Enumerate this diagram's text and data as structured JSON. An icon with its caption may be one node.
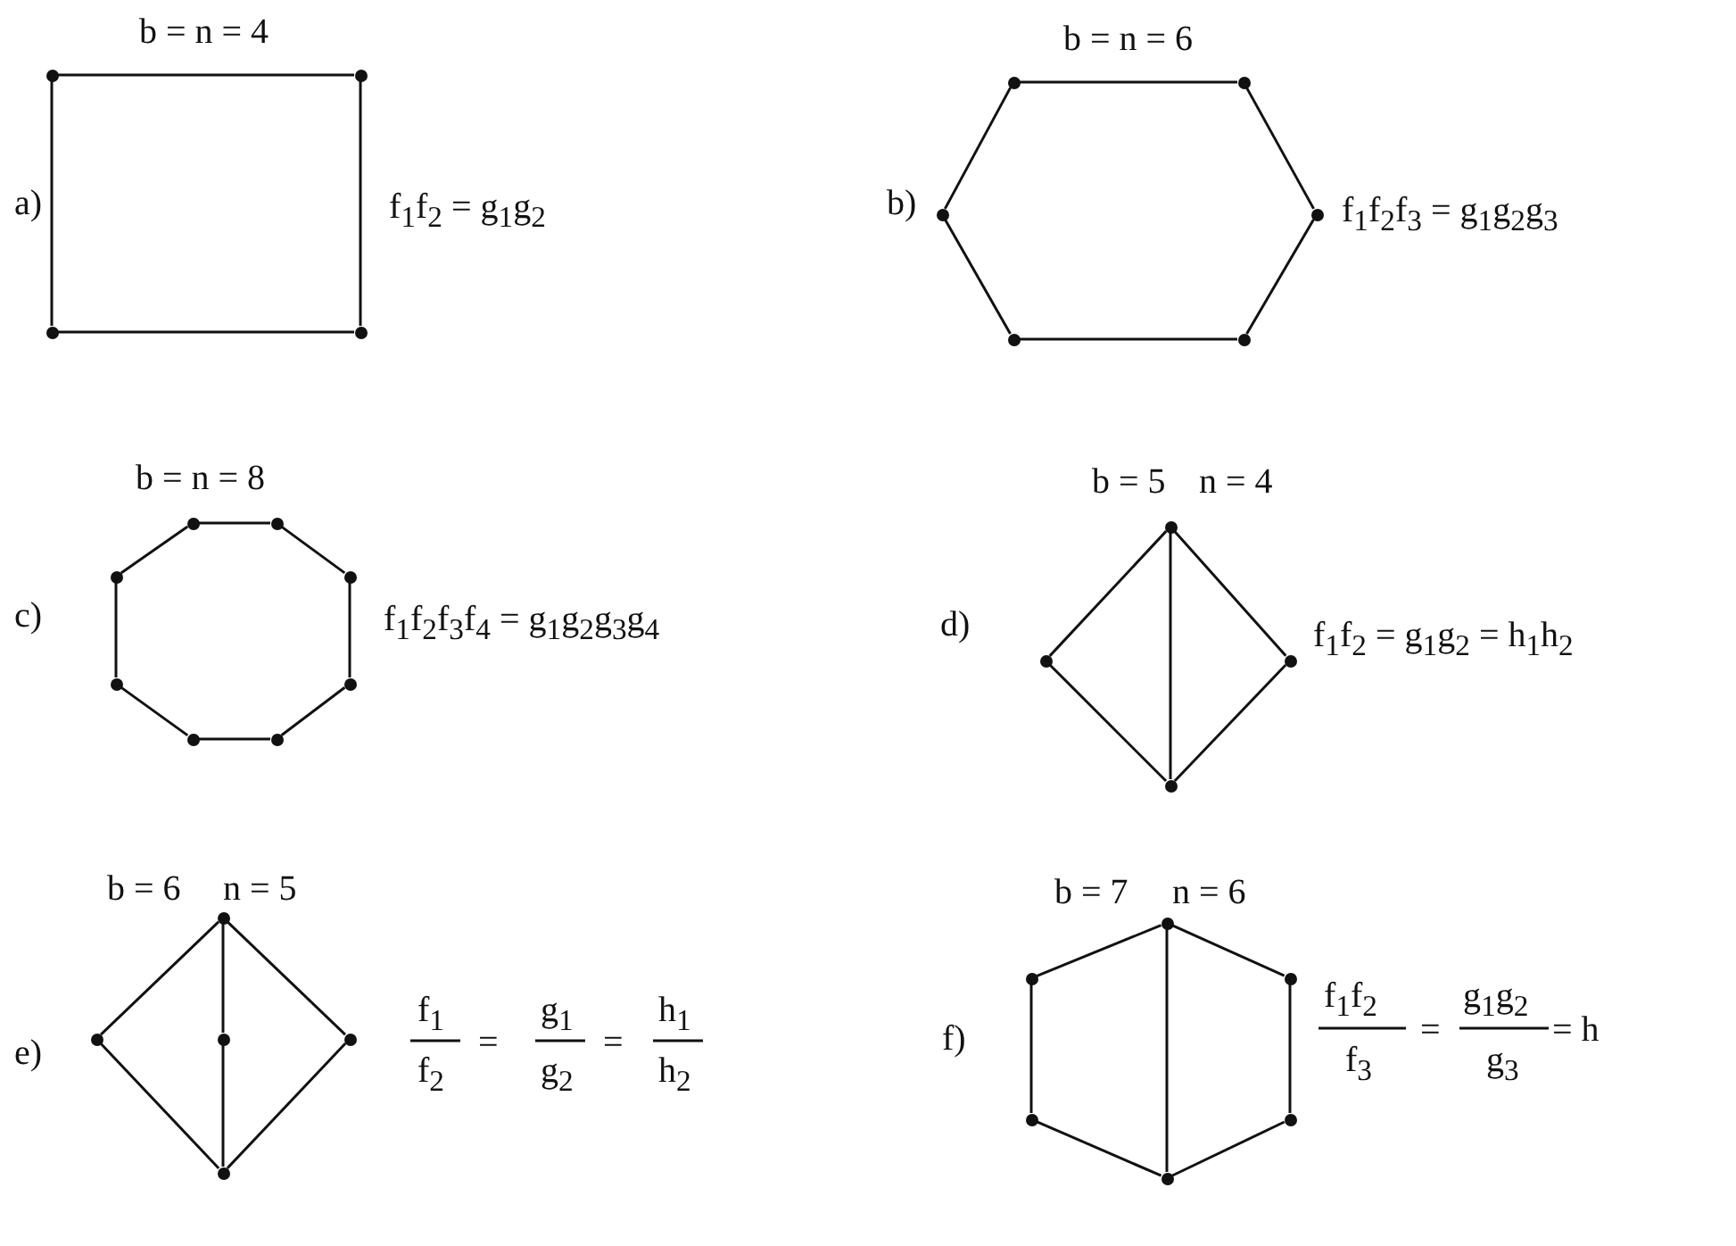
{
  "diagram": {
    "nodes": [
      {
        "text": [],
        "shape": "circle"
      },
      {
        "text": [],
        "shape": "circle"
      },
      {
        "text": [],
        "shape": "circle"
      },
      {
        "text": [],
        "shape": "circle"
      },
      {
        "text": [],
        "shape": "circle"
      },
      {
        "text": [],
        "shape": "circle"
      },
      {
        "text": [],
        "shape": "circle"
      },
      {
        "text": [],
        "shape": "circle"
      },
      {
        "text": [],
        "shape": "circle"
      },
      {
        "text": [],
        "shape": "circle"
      },
      {
        "text": [],
        "shape": "circle"
      },
      {
        "text": [],
        "shape": "circle"
      },
      {
        "text": [],
        "shape": "circle"
      },
      {
        "text": [],
        "shape": "circle"
      },
      {
        "text": [],
        "shape": "circle"
      },
      {
        "text": [],
        "shape": "circle"
      },
      {
        "text": [],
        "shape": "circle"
      },
      {
        "text": [],
        "shape": "circle"
      },
      {
        "text": [],
        "shape": "circle"
      },
      {
        "text": [],
        "shape": "circle"
      },
      {
        "text": [],
        "shape": "circle"
      },
      {
        "text": [],
        "shape": "circle"
      },
      {
        "text": [],
        "shape": "circle"
      },
      {
        "text": [],
        "shape": "circle"
      },
      {
        "text": [],
        "shape": "circle"
      },
      {
        "text": [],
        "shape": "circle"
      },
      {
        "text": [],
        "shape": "circle"
      },
      {
        "text": [],
        "shape": "circle"
      },
      {
        "text": [],
        "shape": "circle"
      },
      {
        "text": [],
        "shape": "circle"
      },
      {
        "text": [],
        "shape": "circle"
      },
      {
        "text": [],
        "shape": "circle"
      },
      {
        "text": [],
        "shape": "circle"
      }
    ],
    "edges": [
      {
        "from": 0,
        "to": 1,
        "arrow": "none"
      },
      {
        "from": 1,
        "to": 3,
        "arrow": "none"
      },
      {
        "from": 3,
        "to": 2,
        "arrow": "none"
      },
      {
        "from": 2,
        "to": 0,
        "arrow": "none"
      },
      {
        "from": 4,
        "to": 5,
        "arrow": "none"
      },
      {
        "from": 5,
        "to": 7,
        "arrow": "none"
      },
      {
        "from": 7,
        "to": 9,
        "arrow": "none"
      },
      {
        "from": 9,
        "to": 8,
        "arrow": "none"
      },
      {
        "from": 8,
        "to": 6,
        "arrow": "none"
      },
      {
        "from": 6,
        "to": 4,
        "arrow": "none"
      },
      {
        "from": 10,
        "to": 11,
        "arrow": "none"
      },
      {
        "from": 11,
        "to": 13,
        "arrow": "none"
      },
      {
        "from": 13,
        "to": 15,
        "arrow": "none"
      },
      {
        "from": 15,
        "to": 17,
        "arrow": "none"
      },
      {
        "from": 17,
        "to": 16,
        "arrow": "none"
      },
      {
        "from": 16,
        "to": 14,
        "arrow": "none"
      },
      {
        "from": 14,
        "to": 12,
        "arrow": "none"
      },
      {
        "from": 12,
        "to": 10,
        "arrow": "none"
      },
      {
        "from": 18,
        "to": 19,
        "arrow": "none"
      },
      {
        "from": 18,
        "to": 20,
        "arrow": "none"
      },
      {
        "from": 19,
        "to": 21,
        "arrow": "none"
      },
      {
        "from": 20,
        "to": 21,
        "arrow": "none"
      },
      {
        "from": 18,
        "to": 21,
        "arrow": "none"
      },
      {
        "from": 22,
        "to": 23,
        "arrow": "none"
      },
      {
        "from": 22,
        "to": 25,
        "arrow": "none"
      },
      {
        "from": 23,
        "to": 26,
        "arrow": "none"
      },
      {
        "from": 25,
        "to": 26,
        "arrow": "none"
      },
      {
        "from": 22,
        "to": 24,
        "arrow": "none"
      },
      {
        "from": 24,
        "to": 26,
        "arrow": "none"
      },
      {
        "from": 27,
        "to": 28,
        "arrow": "none"
      },
      {
        "from": 27,
        "to": 29,
        "arrow": "none"
      },
      {
        "from": 28,
        "to": 30,
        "arrow": "none"
      },
      {
        "from": 29,
        "to": 31,
        "arrow": "none"
      },
      {
        "from": 30,
        "to": 32,
        "arrow": "none"
      },
      {
        "from": 31,
        "to": 32,
        "arrow": "none"
      },
      {
        "from": 27,
        "to": 32,
        "arrow": "none"
      }
    ],
    "labels": [
      "b = n = 4",
      "b = n = 6",
      "a)",
      "f$_{1}$f$_{2}$ = g$_{1}$g$_{2}$",
      "b)",
      "f$_{1}$f$_{2}$f$_{3}$ = g$_{1}$g$_{2}$g$_{3}$",
      "b = n = 8",
      "b = 5",
      "n = 4",
      "c)",
      "f$_{1}$f$_{2}$f$_{3}$f$_{4}$ = g$_{1}$g$_{2}$g$_{3}$g$_{4}$",
      "d)",
      "f$_{1}$f$_{2}$ = g$_{1}$g$_{2}$ = h$_{1}$h$_{2}$",
      "b = 6",
      "n = 5",
      "b = 7",
      "n = 6",
      "e)",
      "f$_{1}$",
      "f$_{2}$",
      "=",
      "g$_{1}$",
      "g$_{2}$",
      "=",
      "h$_{1}$",
      "h$_{2}$",
      "f)",
      "f$_{1}$f$_{2}$",
      "f$_{3}$",
      "=",
      "g$_{1}$g$_{2}$",
      "g$_{3}$",
      "= h"
    ]
  }
}
